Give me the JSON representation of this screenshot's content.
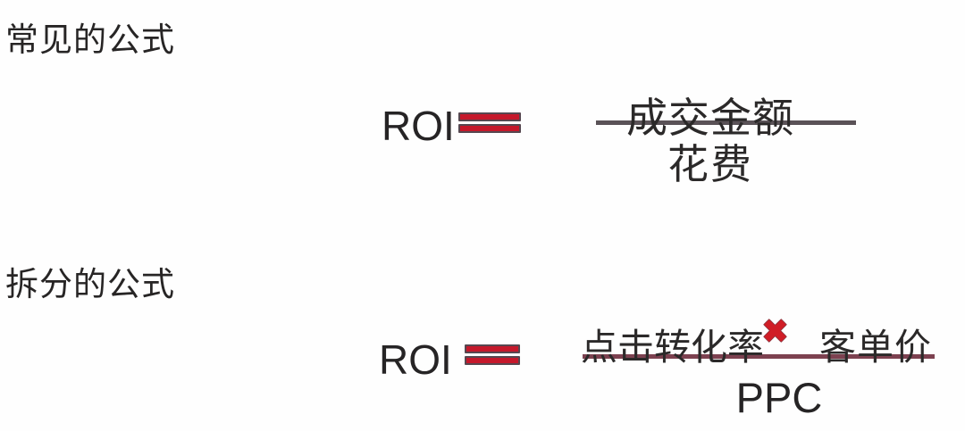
{
  "page": {
    "background": "#fefefe",
    "description_colors": {
      "text_dark": "#2b2a2a",
      "equals_red_fill": "#c5182b",
      "equals_outline": "#574750",
      "fraction_bar_top": "#5a5257",
      "fraction_bar_bottom": "#7d4150",
      "multiply_red": "#d01d26"
    }
  },
  "sections": [
    {
      "title": "常见的公式",
      "formula": {
        "lhs": "ROI",
        "equals_icon": "red-double-bar-equals",
        "numerator": "成交金额",
        "denominator": "花费"
      }
    },
    {
      "title": "拆分的公式",
      "formula": {
        "lhs": "ROI",
        "equals_icon": "red-double-bar-equals",
        "numerator_left": "点击转化率",
        "multiply_symbol": "✖",
        "numerator_right": "客单价",
        "denominator": "PPC"
      }
    }
  ]
}
